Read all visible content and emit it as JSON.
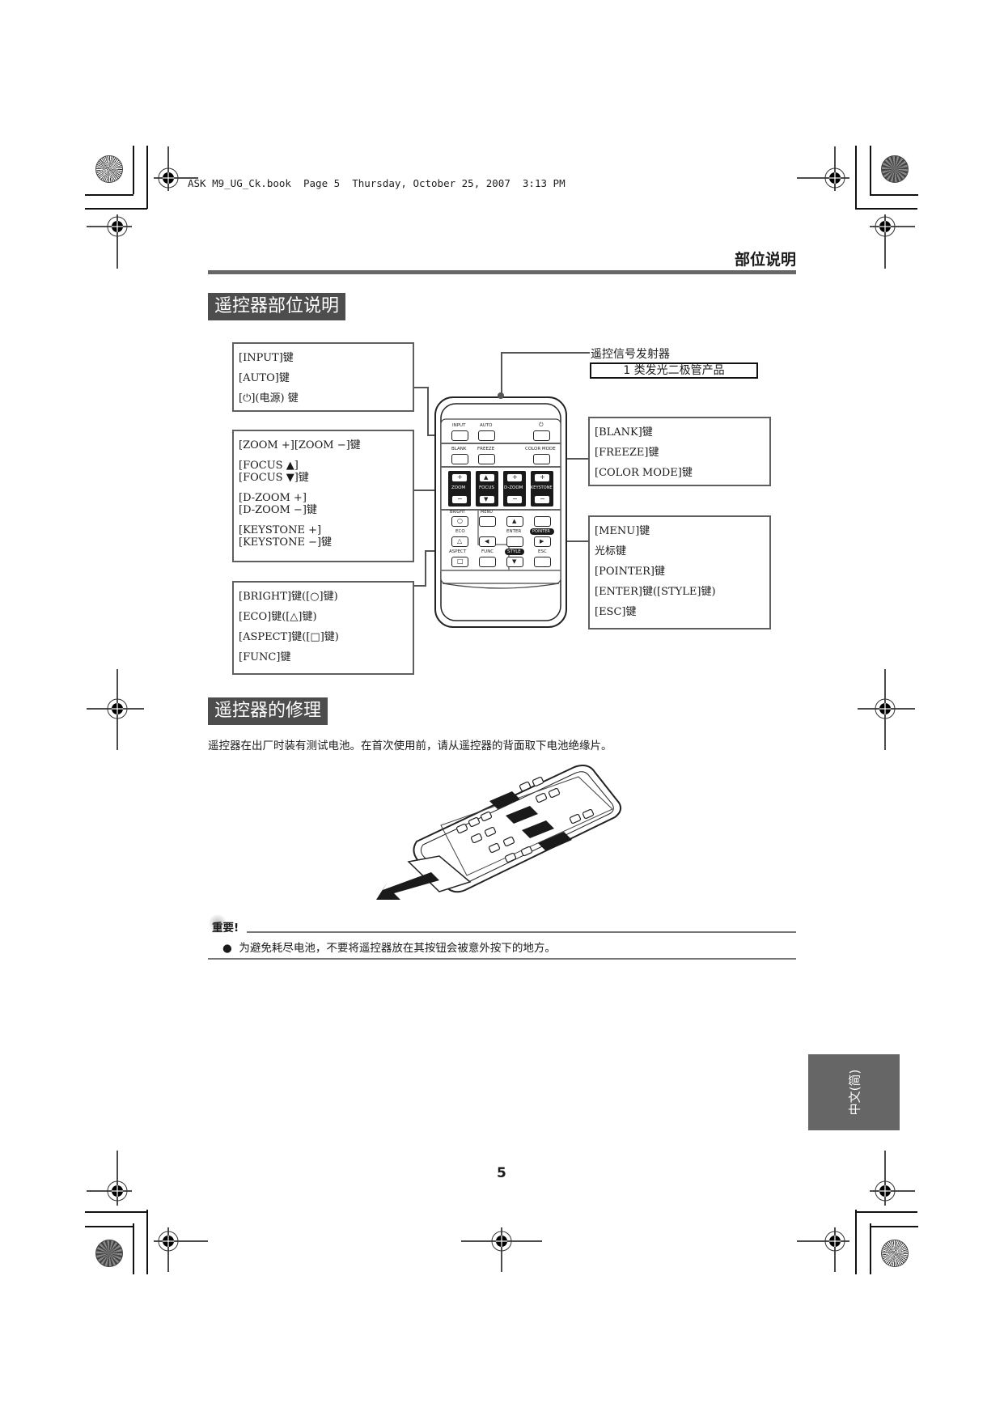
{
  "print_meta": {
    "header_line": "ASK M9_UG_Ck.book  Page 5  Thursday, October 25, 2007  3:13 PM"
  },
  "chapter": {
    "title": "部位说明"
  },
  "section_remote_parts": {
    "heading": "遥控器部位说明",
    "emitter_label": "遥控信号发射器",
    "led_class_label": "1 类发光二极管产品",
    "callouts_left": [
      {
        "name": "input-auto-power",
        "rows": [
          {
            "text": "[INPUT]键"
          },
          {
            "text": "[AUTO]键"
          },
          {
            "text": "[⏻](电源) 键"
          }
        ]
      },
      {
        "name": "zoom-focus-dzoom-keystone",
        "rows": [
          {
            "text": "[ZOOM +][ZOOM −]键"
          },
          {
            "line1": "[FOCUS ▲]",
            "line2": "[FOCUS ▼]键"
          },
          {
            "line1": "[D-ZOOM +]",
            "line2": "[D-ZOOM −]键"
          },
          {
            "line1": "[KEYSTONE +]",
            "line2": "[KEYSTONE −]键"
          }
        ]
      },
      {
        "name": "bright-eco-aspect-func",
        "rows": [
          {
            "text": "[BRIGHT]键([○]键)"
          },
          {
            "text": "[ECO]键([△]键)"
          },
          {
            "text": "[ASPECT]键([□]键)"
          },
          {
            "text": "[FUNC]键"
          }
        ]
      }
    ],
    "callouts_right": [
      {
        "name": "blank-freeze-colormode",
        "rows": [
          {
            "text": "[BLANK]键"
          },
          {
            "text": "[FREEZE]键"
          },
          {
            "text": "[COLOR  MODE]键"
          }
        ]
      },
      {
        "name": "menu-cursor-pointer-enter-esc",
        "rows": [
          {
            "text": "[MENU]键"
          },
          {
            "text": "光标键"
          },
          {
            "text": "[POINTER]键"
          },
          {
            "text": "[ENTER]键([STYLE]键)"
          },
          {
            "text": "[ESC]键"
          }
        ]
      }
    ],
    "remote_labels": {
      "input": "INPUT",
      "auto": "AUTO",
      "power": "⏻",
      "blank": "BLANK",
      "freeze": "FREEZE",
      "color_mode": "COLOR MODE",
      "zoom": "ZOOM",
      "focus": "FOCUS",
      "d_zoom": "D-ZOOM",
      "keystone": "KEYSTONE",
      "plus": "+",
      "minus": "−",
      "up": "▲",
      "down": "▼",
      "left": "◀",
      "right": "▶",
      "bright": "BRIGHT",
      "menu": "MENU",
      "eco": "ECO",
      "enter": "ENTER",
      "pointer": "POINTER",
      "aspect": "ASPECT",
      "func": "FUNC",
      "style": "STYLE",
      "esc": "ESC",
      "circle": "○",
      "triangle": "△",
      "square": "□"
    }
  },
  "section_remote_care": {
    "heading": "遥控器的修理",
    "body": "遥控器在出厂时装有测试电池。在首次使用前，请从遥控器的背面取下电池绝缘片。"
  },
  "important": {
    "label": "重要!",
    "items": [
      "为避免耗尽电池，不要将遥控器放在其按钮会被意外按下的地方。"
    ]
  },
  "footer": {
    "page_number": "5",
    "language_tab": "中文(简)"
  }
}
